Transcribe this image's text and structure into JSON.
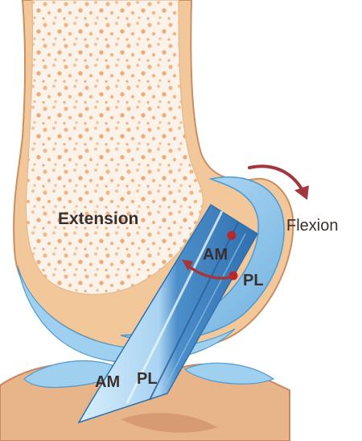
{
  "labels": {
    "extension": "Extension",
    "flexion": "Flexion",
    "am_femoral": "AM",
    "pl_femoral": "PL",
    "am_tibial": "AM",
    "pl_tibial": "PL"
  },
  "colors": {
    "cortex": "#f2c89a",
    "cortex_edge": "#c98e63",
    "marrow": "#fbf3ea",
    "marrow_dots": "#f0b485",
    "cartilage": "#9fd0ef",
    "cartilage_dark": "#4f9ad0",
    "graft_light": "#c9e6f8",
    "graft_dark": "#3b7fbf",
    "arrow": "#a3373c",
    "attachment_dot": "#b8272e",
    "tibia": "#e8b48a",
    "tibia_shadow": "#c98762"
  },
  "icons": {
    "flexion_arrow": "curved-arrow-icon",
    "rotation_arrow": "curved-arrow-icon"
  }
}
